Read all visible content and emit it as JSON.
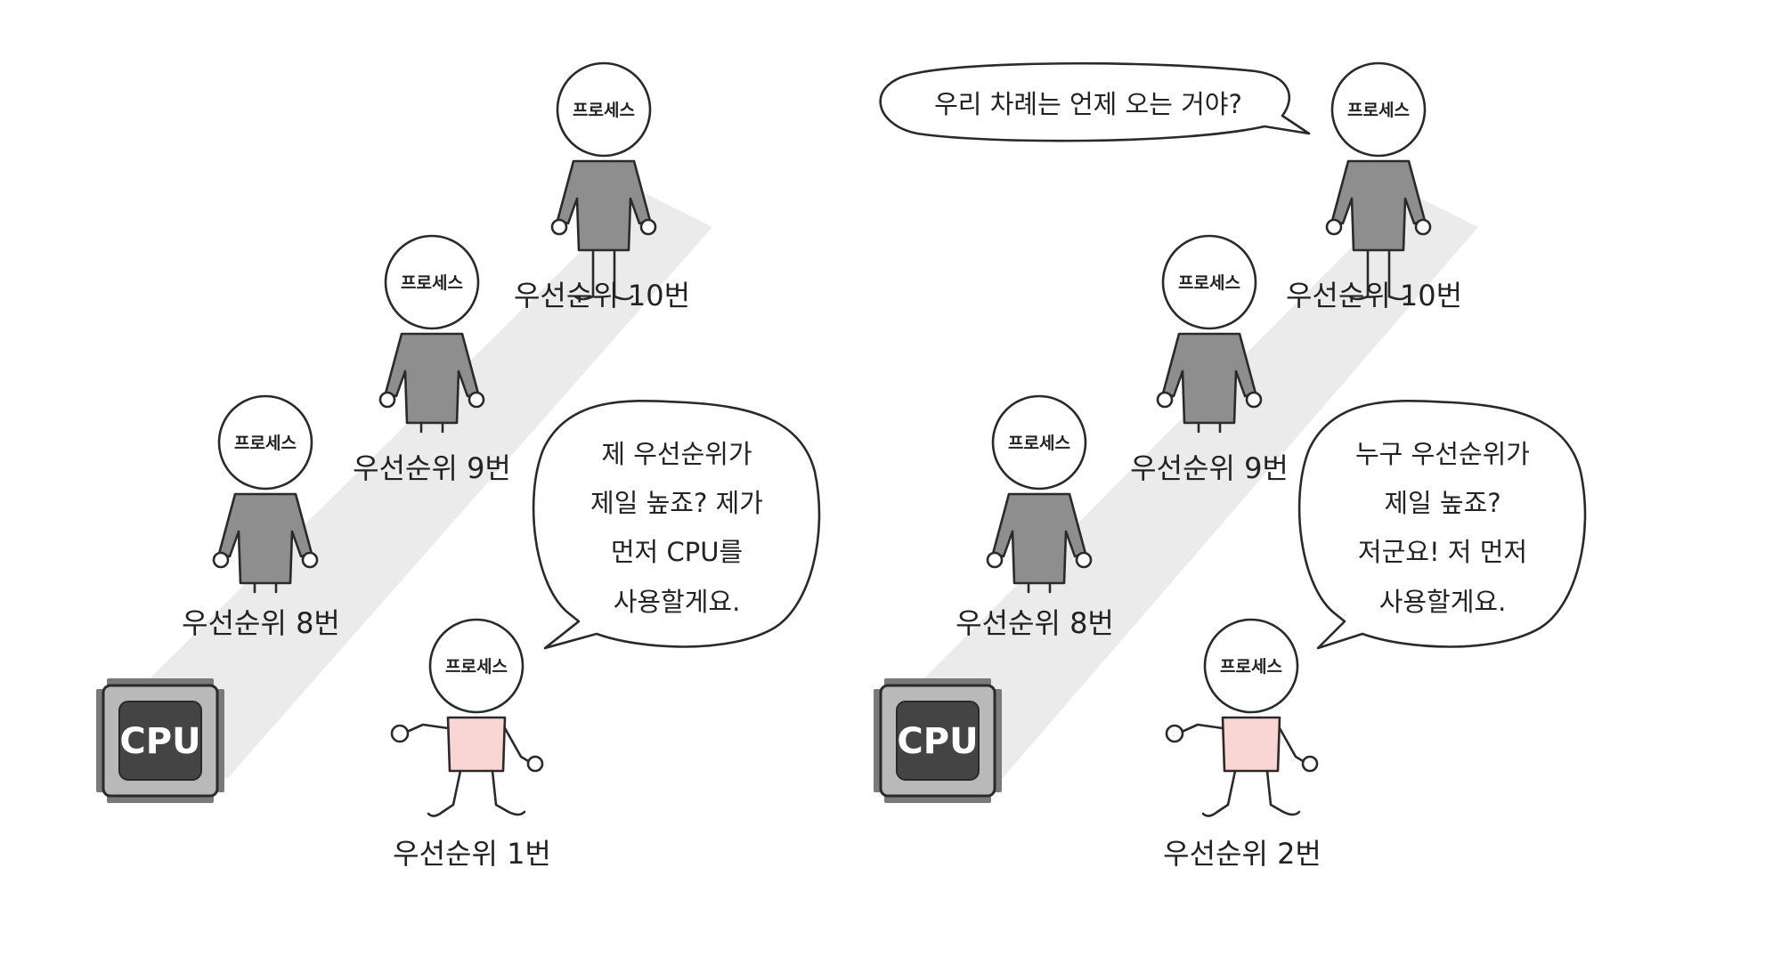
{
  "head_label": "프로세스",
  "cpu_label": "CPU",
  "left_panel": {
    "processes": [
      {
        "priority_label": "우선순위 10번",
        "highlight": false
      },
      {
        "priority_label": "우선순위 9번",
        "highlight": false
      },
      {
        "priority_label": "우선순위 8번",
        "highlight": false
      },
      {
        "priority_label": "우선순위 1번",
        "highlight": true
      }
    ],
    "speech_bubble": {
      "lines": [
        "제 우선순위가",
        "제일 높죠? 제가",
        "먼저 CPU를",
        "사용할게요."
      ]
    }
  },
  "right_panel": {
    "processes": [
      {
        "priority_label": "우선순위 10번",
        "highlight": false
      },
      {
        "priority_label": "우선순위 9번",
        "highlight": false
      },
      {
        "priority_label": "우선순위 8번",
        "highlight": false
      },
      {
        "priority_label": "우선순위 2번",
        "highlight": true
      }
    ],
    "top_speech_bubble": {
      "lines": [
        "우리 차례는 언제 오는 거야?"
      ]
    },
    "speech_bubble": {
      "lines": [
        "누구 우선순위가",
        "제일 높죠?",
        "저군요! 저 먼저",
        "사용할게요."
      ]
    }
  },
  "colors": {
    "body_gray": "#8e8e8e",
    "body_pink": "#f9d6d4",
    "cpu_dark": "#444444",
    "cpu_pins": "#777777",
    "beam": "#e6e6e6"
  }
}
